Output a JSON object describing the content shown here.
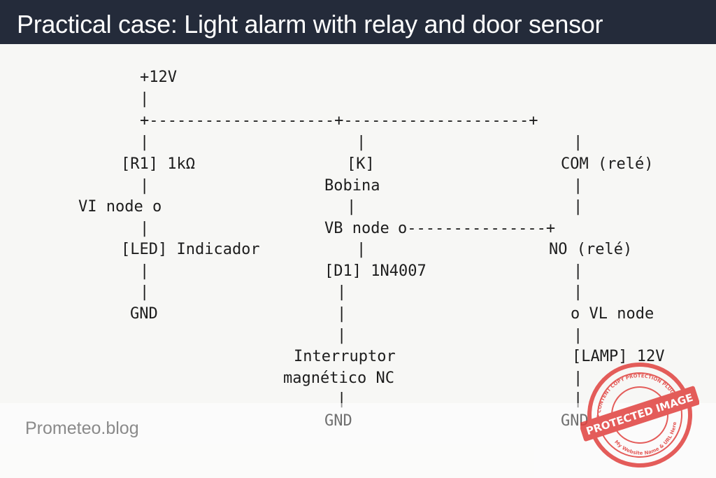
{
  "header": {
    "title": "Practical case: Light alarm with relay and door sensor"
  },
  "diagram": {
    "supply": "+12V",
    "vbar": "|",
    "bus": "+--------------------+--------------------+",
    "bus_short": "o---------------+",
    "left_branch": {
      "resistor": "[R1] 1kΩ",
      "node": "VI node o",
      "led": "[LED] Indicador",
      "gnd": "GND"
    },
    "middle_branch": {
      "relay": "[K]",
      "coil": "Bobina",
      "node": "VB node",
      "diode": "[D1] 1N4007",
      "switch_line1": "Interruptor",
      "switch_line2": "magnético NC",
      "gnd": "GND"
    },
    "right_branch": {
      "com": "COM (relé)",
      "no": "NO (relé)",
      "node": "o VL node",
      "lamp": "[LAMP] 12V",
      "gnd": "GND"
    }
  },
  "footer": {
    "brand": "Prometeo.blog"
  },
  "stamp": {
    "text": "PROTECTED IMAGE",
    "ring_top": "WP CONTENT COPY PROTECTION PLUGIN",
    "ring_bottom": "My Website Name & URL Here",
    "color": "#e0413e"
  }
}
